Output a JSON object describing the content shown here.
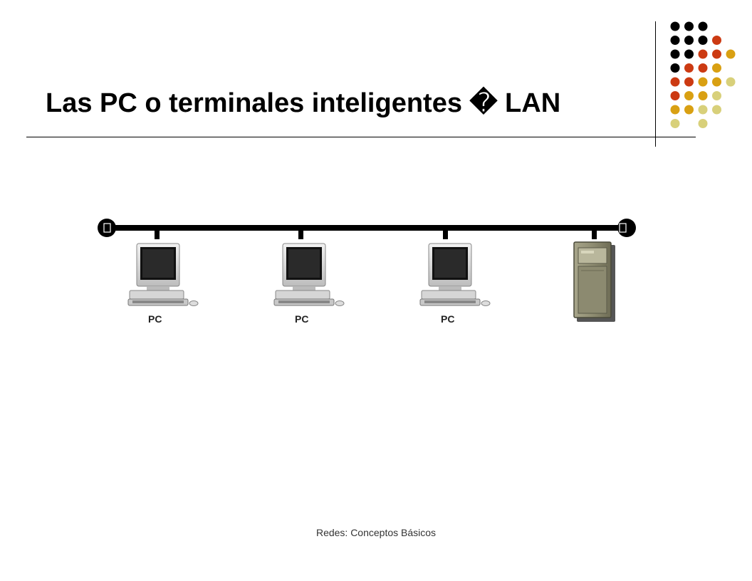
{
  "slide": {
    "title": "Las PC o terminales inteligentes � LAN",
    "footer": "Redes: Conceptos Básicos"
  },
  "diagram": {
    "topology": "bus",
    "nodes": [
      {
        "type": "pc",
        "label": "PC"
      },
      {
        "type": "pc",
        "label": "PC"
      },
      {
        "type": "pc",
        "label": "PC"
      },
      {
        "type": "server",
        "label": ""
      }
    ]
  },
  "decoration": {
    "dot_palette": [
      "#000000",
      "#cc3a12",
      "#d9a012",
      "#d8d07a"
    ],
    "dot_rows": [
      [
        0,
        0,
        0,
        -1
      ],
      [
        0,
        0,
        0,
        1
      ],
      [
        0,
        0,
        1,
        1,
        2
      ],
      [
        0,
        1,
        1,
        2
      ],
      [
        1,
        1,
        2,
        2,
        3
      ],
      [
        1,
        2,
        2,
        3
      ],
      [
        2,
        2,
        3,
        3
      ],
      [
        3,
        -1,
        3
      ]
    ]
  }
}
